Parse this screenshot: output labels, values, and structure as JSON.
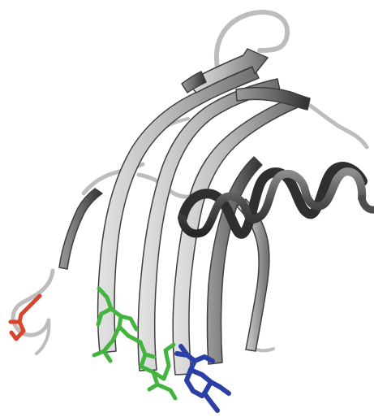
{
  "colors": {
    "background": "#ffffff",
    "ribbon_light": "#c9c9c9",
    "ribbon_mid": "#8e8e8e",
    "ribbon_dark": "#3f3f3f",
    "coil": "#b8b8b8",
    "helix": "#5d5d5d",
    "red_residue": "#d9442b",
    "green_residue": "#43b53f",
    "blue_residue": "#2b3fa6"
  },
  "structure": {
    "highlights": [
      "red_residue",
      "green_residue",
      "blue_residue"
    ]
  }
}
